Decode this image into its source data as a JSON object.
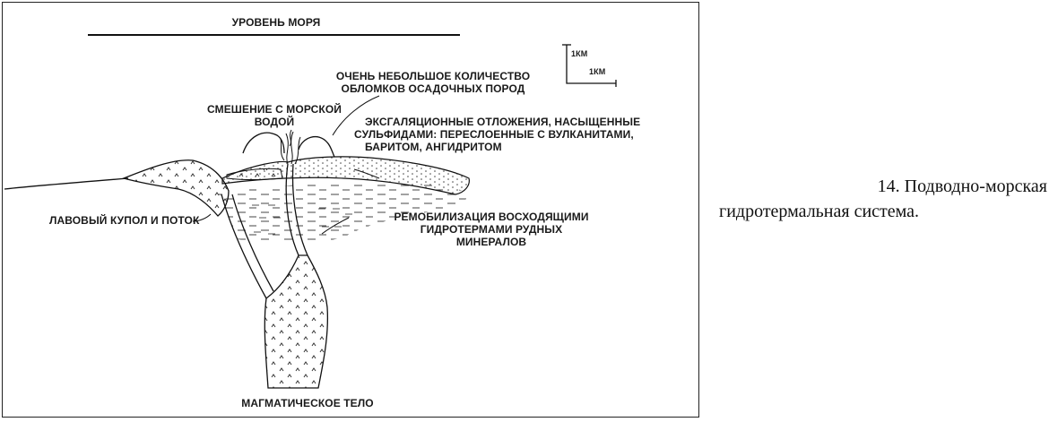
{
  "diagram": {
    "labels": {
      "sea_level": "УРОВЕНЬ МОРЯ",
      "scale_v": "1КМ",
      "scale_h": "1КМ",
      "sediments": [
        "ОЧЕНЬ НЕБОЛЬШОЕ КОЛИЧЕСТВО",
        "ОБЛОМКОВ ОСАДОЧНЫХ ПОРОД"
      ],
      "seawater_mixing": [
        "СМЕШЕНИЕ С МОРСКОЙ",
        "ВОДОЙ"
      ],
      "exhalative": [
        "ЭКСГАЛЯЦИОННЫЕ ОТЛОЖЕНИЯ, НАСЫЩЕННЫЕ",
        "СУЛЬФИДАМИ: ПЕРЕСЛОЕННЫЕ С ВУЛКАНИТАМИ,",
        "БАРИТОМ, АНГИДРИТОМ"
      ],
      "lava_dome": "ЛАВОВЫЙ КУПОЛ И ПОТОК",
      "remobilization": [
        "РЕМОБИЛИЗАЦИЯ ВОСХОДЯЩИМИ",
        "ГИДРОТЕРМАМИ РУДНЫХ",
        "МИНЕРАЛОВ"
      ],
      "magma_body": "МАГМАТИЧЕСКОЕ ТЕЛО"
    }
  },
  "caption": {
    "line1": "14. Подводно-морская",
    "line2": "гидротермальная система."
  },
  "colors": {
    "ink": "#1a1a1a",
    "frame": "#222222",
    "background": "#ffffff"
  }
}
